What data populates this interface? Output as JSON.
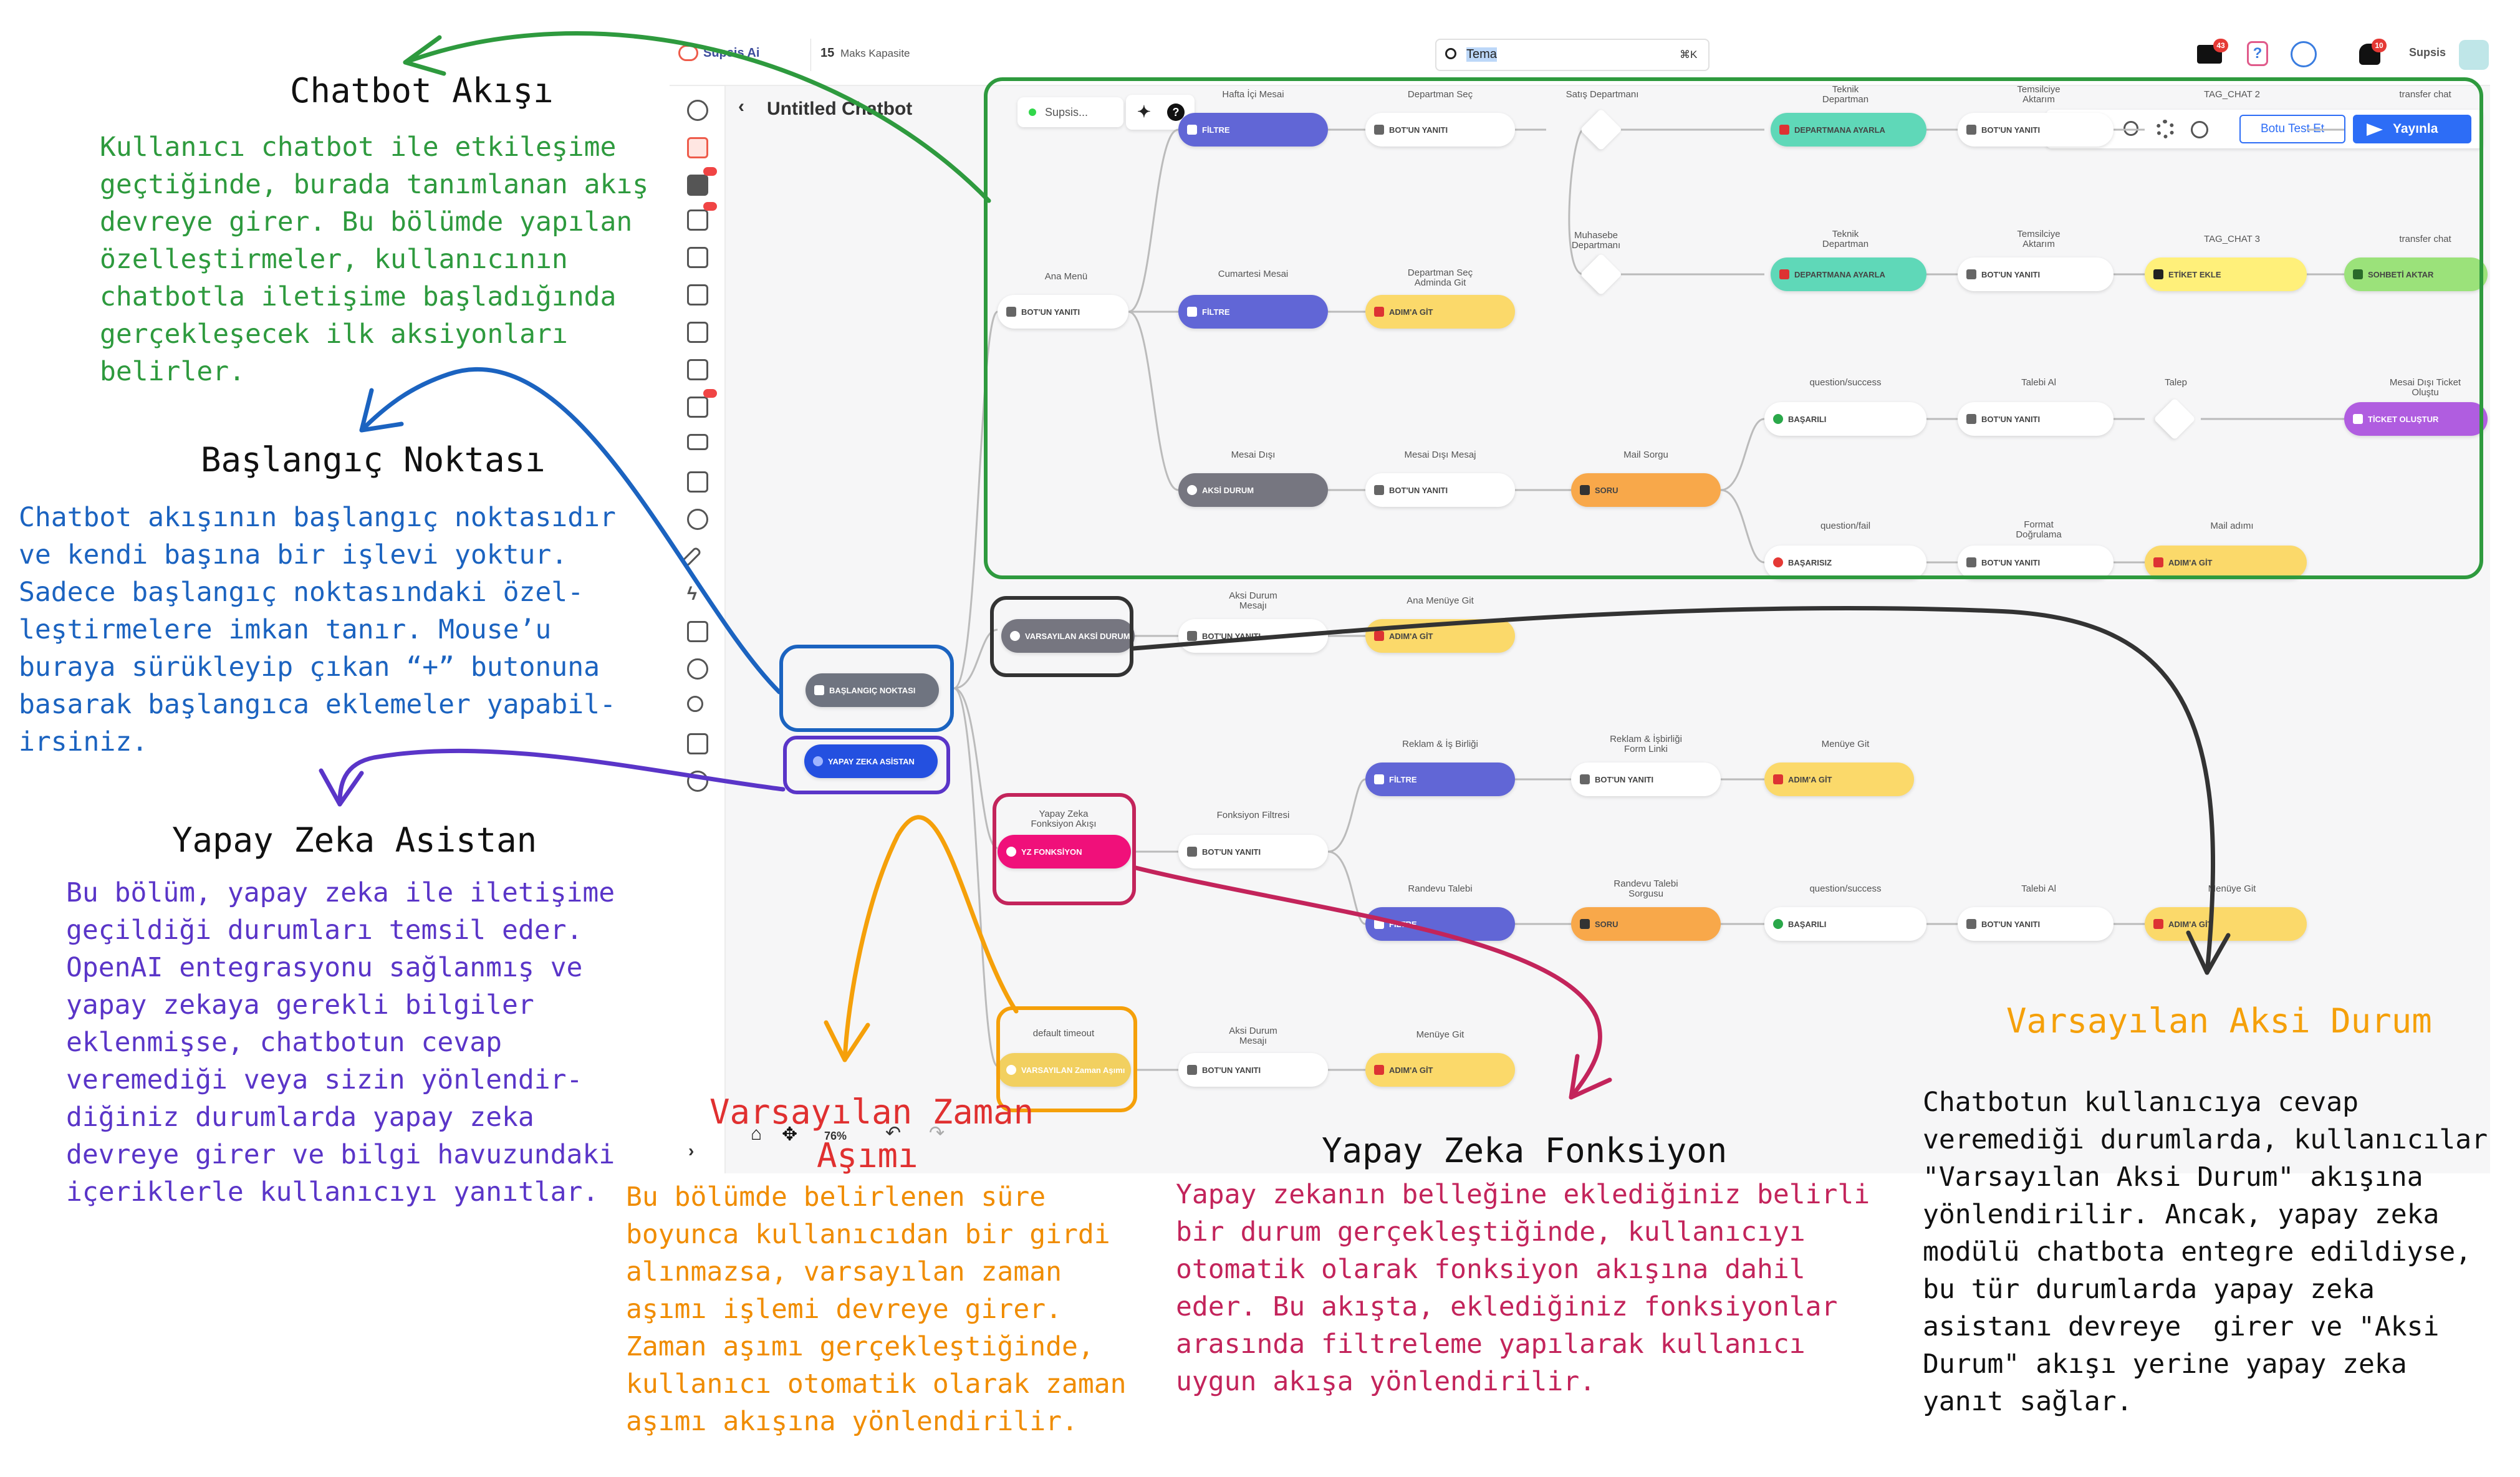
{
  "app": {
    "logo": "Supsis Ai",
    "capacity_number": "15",
    "capacity_label": "Maks Kapasite",
    "search_value": "Tema",
    "search_shortcut": "⌘K",
    "user": "Supsis",
    "mail_badge": "43",
    "bell_badge": "10",
    "zoom": "76%"
  },
  "flow": {
    "title": "Untitled Chatbot",
    "status": "Supsis...",
    "test_button": "Botu Test Et",
    "publish_button": "Yayınla"
  },
  "canvas": {
    "nodes": [
      {
        "cap": "Ana Menü",
        "label": "BOT'UN YANITI"
      },
      {
        "cap": "Hafta İçi Mesai",
        "label": "FİLTRE"
      },
      {
        "cap": "Departman Seç",
        "label": "BOT'UN YANITI"
      },
      {
        "cap": "Satış Departmanı",
        "label": ""
      },
      {
        "cap": "Teknik\nDepartman",
        "label": "DEPARTMANA AYARLA"
      },
      {
        "cap": "Temsilciye\nAktarım",
        "label": "BOT'UN YANITI"
      },
      {
        "cap": "TAG_CHAT 2",
        "label": ""
      },
      {
        "cap": "transfer chat",
        "label": ""
      },
      {
        "cap": "Muhasebe\nDepartmanı",
        "label": ""
      },
      {
        "cap": "Teknik\nDepartman",
        "label": "DEPARTMANA AYARLA"
      },
      {
        "cap": "Temsilciye\nAktarım",
        "label": "BOT'UN YANITI"
      },
      {
        "cap": "TAG_CHAT 3",
        "label": "ETİKET EKLE"
      },
      {
        "cap": "transfer chat",
        "label": "SOHBETİ AKTAR"
      },
      {
        "cap": "Cumartesi Mesai",
        "label": "FİLTRE"
      },
      {
        "cap": "Departman Seç\nAdminda Git",
        "label": "ADIM'A GİT"
      },
      {
        "cap": "question/success",
        "label": "BAŞARILI"
      },
      {
        "cap": "Talebi Al",
        "label": "BOT'UN YANITI"
      },
      {
        "cap": "Talep",
        "label": ""
      },
      {
        "cap": "Mesai Dışı Ticket\nOluştu",
        "label": "TİCKET OLUŞTUR"
      },
      {
        "cap": "Mesai Dışı",
        "label": "AKSİ DURUM"
      },
      {
        "cap": "Mesai Dışı Mesaj",
        "label": "BOT'UN YANITI"
      },
      {
        "cap": "Mail Sorgu",
        "label": "SORU"
      },
      {
        "cap": "question/fail",
        "label": "BAŞARISIZ"
      },
      {
        "cap": "Format\nDoğrulama",
        "label": "BOT'UN YANITI"
      },
      {
        "cap": "Mail adımı",
        "label": "ADIM'A GİT"
      },
      {
        "cap": "",
        "label": "VARSAYILAN AKSİ DURUM"
      },
      {
        "cap": "Aksi Durum\nMesajı",
        "label": "BOT'UN YANITI"
      },
      {
        "cap": "Ana Menüye Git",
        "label": "ADIM'A GİT"
      },
      {
        "cap": "",
        "label": "BAŞLANGIÇ NOKTASI"
      },
      {
        "cap": "",
        "label": "YAPAY ZEKA ASİSTAN"
      },
      {
        "cap": "Yapay Zeka\nFonksiyon Akışı",
        "label": "YZ FONKSİYON"
      },
      {
        "cap": "Fonksiyon Filtresi",
        "label": "BOT'UN YANITI"
      },
      {
        "cap": "Reklam & İş Birliği",
        "label": "FİLTRE"
      },
      {
        "cap": "Reklam & İşbirliği\nForm Linki",
        "label": "BOT'UN YANITI"
      },
      {
        "cap": "Menüye Git",
        "label": "ADIM'A GİT"
      },
      {
        "cap": "Randevu Talebi",
        "label": "FİLTRE"
      },
      {
        "cap": "Randevu Talebi\nSorgusu",
        "label": "SORU"
      },
      {
        "cap": "question/success",
        "label": "BAŞARILI"
      },
      {
        "cap": "Talebi Al",
        "label": "BOT'UN YANITI"
      },
      {
        "cap": "Menüye Git",
        "label": "ADIM'A GİT"
      },
      {
        "cap": "default timeout",
        "label": "VARSAYILAN Zaman Aşımı"
      },
      {
        "cap": "Aksi Durum\nMesajı",
        "label": "BOT'UN YANITI"
      },
      {
        "cap": "Menüye Git",
        "label": "ADIM'A GİT"
      }
    ]
  },
  "annotations": {
    "chatbot": {
      "title": "Chatbot Akışı",
      "text": "Kullanıcı chatbot ile etkileşime\ngeçtiğinde, burada tanımlanan akış\ndevreye girer. Bu bölümde yapılan\nözelleştirmeler, kullanıcının\nchatbotla iletişime başladığında\ngerçekleşecek ilk aksiyonları\nbelirler."
    },
    "start": {
      "title": "Başlangıç Noktası",
      "text": "Chatbot akışının başlangıç noktasıdır\nve kendi başına bir işlevi yoktur.\nSadece başlangıç noktasındaki özel-\nleştirmelere imkan tanır. Mouse’u\nburaya sürükleyip çıkan “+” butonuna\nbasarak başlangıca eklemeler yapabil-\nirsiniz."
    },
    "ai": {
      "title": "Yapay Zeka Asistan",
      "text": "Bu bölüm, yapay zeka ile iletişime\ngeçildiği durumları temsil eder.\nOpenAI entegrasyonu sağlanmış ve\nyapay zekaya gerekli bilgiler\neklenmişse, chatbotun cevap\nveremediği veya sizin yönlendir-\ndiğiniz durumlarda yapay zeka\ndevreye girer ve bilgi havuzundaki\niçeriklerle kullanıcıyı yanıtlar."
    },
    "timeout": {
      "title_1": "Varsayılan Zaman",
      "title_2": "Aşımı",
      "text": "Bu bölümde belirlenen süre\nboyunca kullanıcıdan bir girdi\nalınmazsa, varsayılan zaman\naşımı işlemi devreye girer.\nZaman aşımı gerçekleştiğinde,\nkullanıcı otomatik olarak zaman\naşımı akışına yönlendirilir."
    },
    "function": {
      "title": "Yapay Zeka Fonksiyon",
      "text": "Yapay zekanın belleğine eklediğiniz belirli\nbir durum gerçekleştiğinde, kullanıcıyı\notomatik olarak fonksiyon akışına dahil\neder. Bu akışta, eklediğiniz fonksiyonlar\narasında filtreleme yapılarak kullanıcı\nuygun akışa yönlendirilir."
    },
    "fallback": {
      "title": "Varsayılan Aksi Durum",
      "text": "Chatbotun kullanıcıya cevap\nveremediği durumlarda, kullanıcılar\n\"Varsayılan Aksi Durum\" akışına\nyönlendirilir. Ancak, yapay zeka\nmodülü chatbota entegre edildiyse,\nbu tür durumlarda yapay zeka\nasistanı devreye  girer ve \"Aksi\nDurum\" akışı yerine yapay zeka\nyanıt sağlar."
    }
  },
  "colors": {
    "green": "#2e9a3e",
    "blue": "#1b63c0",
    "purple": "#5a35c8",
    "orange": "#f5a00a",
    "crimson": "#c3245b",
    "dark": "#333333",
    "filter": "#6166d6",
    "yellow": "#fbd96a",
    "orange_node": "#f8a84a",
    "gray": "#767680",
    "teal": "#5fd8b8",
    "pink": "#f0107a",
    "blue_node": "#2450e0",
    "violet": "#b05de0",
    "lime": "#9be27a"
  }
}
